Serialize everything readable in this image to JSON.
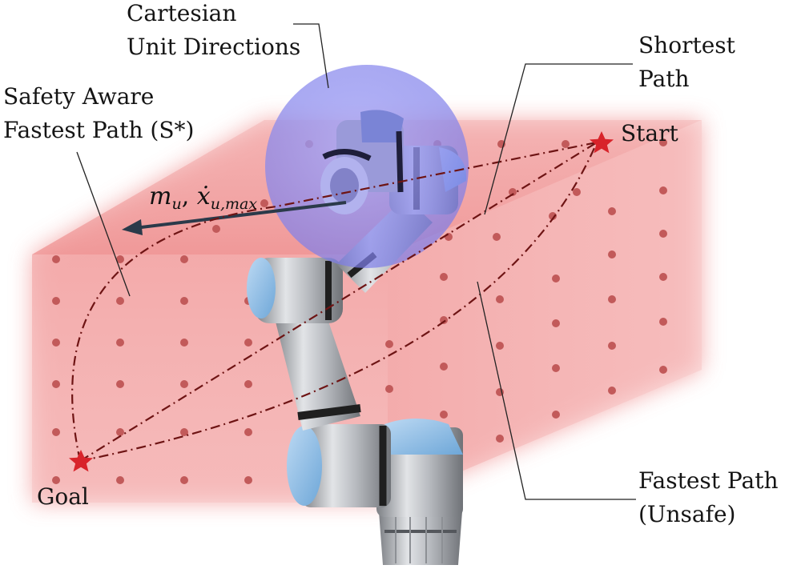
{
  "labels": {
    "cartesian": [
      "Cartesian",
      "Unit Directions"
    ],
    "shortest": [
      "Shortest",
      "Path"
    ],
    "safety": [
      "Safety Aware",
      "Fastest Path (S*)"
    ],
    "start": "Start",
    "goal": "Goal",
    "fastest_unsafe": [
      "Fastest Path",
      "(Unsafe)"
    ]
  },
  "vector": {
    "symbol_m": "m",
    "sub_m": "u",
    "separator": ",",
    "symbol_x": "ẋ",
    "sub_x": "u,max"
  },
  "colors": {
    "workspace_fill": "#f2a2a2",
    "workspace_dot": "#c15858",
    "path_line": "#6e1414",
    "star": "#d8232a",
    "sphere": "#8a8af2",
    "arrow": "#2b3a4a"
  },
  "icons": {
    "start_marker": "star",
    "goal_marker": "star",
    "robot": "robot-arm"
  }
}
